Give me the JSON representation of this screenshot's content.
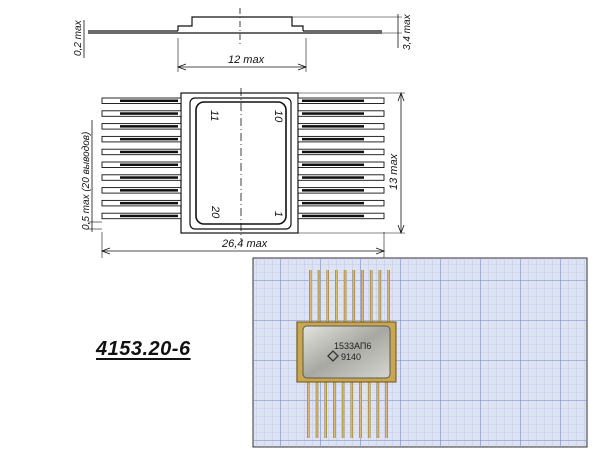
{
  "drawing": {
    "dimensions": {
      "lead_thickness": "0,2 max",
      "body_height": "3,4 max",
      "body_width": "12 max",
      "lead_pitch": "0,5 max (20 выводов)",
      "body_length": "13 max",
      "overall_length": "26,4 max"
    },
    "pins": {
      "pin_11": "11",
      "pin_10": "10",
      "pin_20": "20",
      "pin_1": "1"
    },
    "lead_count_per_side": 10
  },
  "package_code": "4153.20-6",
  "photo": {
    "chip_marking_line1": "1533АП6",
    "chip_marking_line2": "9140",
    "grid_color": "#8ea3d6",
    "lead_color": "#c9a650",
    "body_color": "#b9b9b2"
  }
}
